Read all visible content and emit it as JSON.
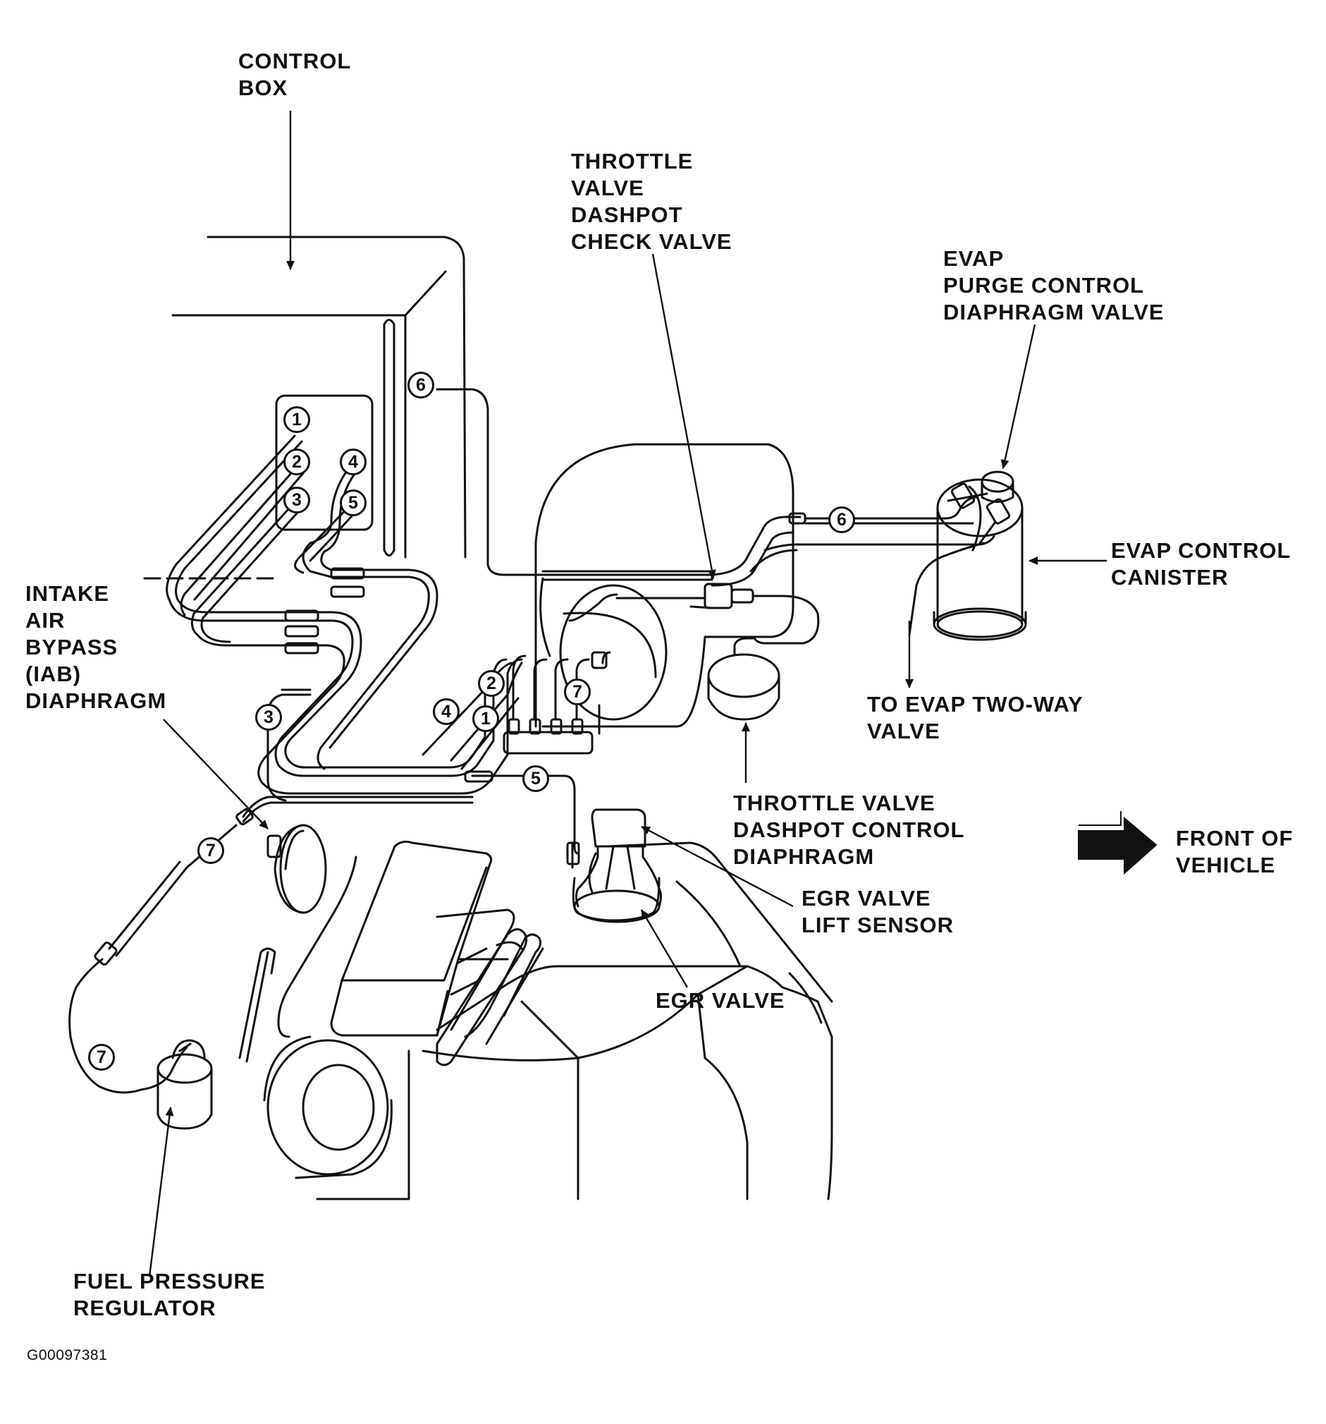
{
  "labels": {
    "control_box": "CONTROL\nBOX",
    "throttle_check_valve": "THROTTLE\nVALVE\nDASHPOT\nCHECK VALVE",
    "evap_purge_valve": "EVAP\nPURGE CONTROL\nDIAPHRAGM VALVE",
    "evap_canister": "EVAP CONTROL\nCANISTER",
    "to_evap_two_way": "TO EVAP TWO-WAY\nVALVE",
    "iab_diaphragm": "INTAKE\nAIR\nBYPASS\n(IAB)\nDIAPHRAGM",
    "throttle_dashpot_diaphragm": "THROTTLE VALVE\nDASHPOT CONTROL\nDIAPHRAGM",
    "front_of_vehicle": "FRONT OF\nVEHICLE",
    "egr_lift_sensor": "EGR VALVE\nLIFT SENSOR",
    "egr_valve": "EGR VALVE",
    "fuel_pressure_regulator": "FUEL PRESSURE\nREGULATOR",
    "figure_id": "G00097381"
  },
  "hose_numbers": {
    "n1": "1",
    "n2": "2",
    "n3": "3",
    "n4": "4",
    "n5": "5",
    "n6": "6",
    "n7": "7"
  },
  "colors": {
    "line": "#111111",
    "background": "#ffffff"
  }
}
